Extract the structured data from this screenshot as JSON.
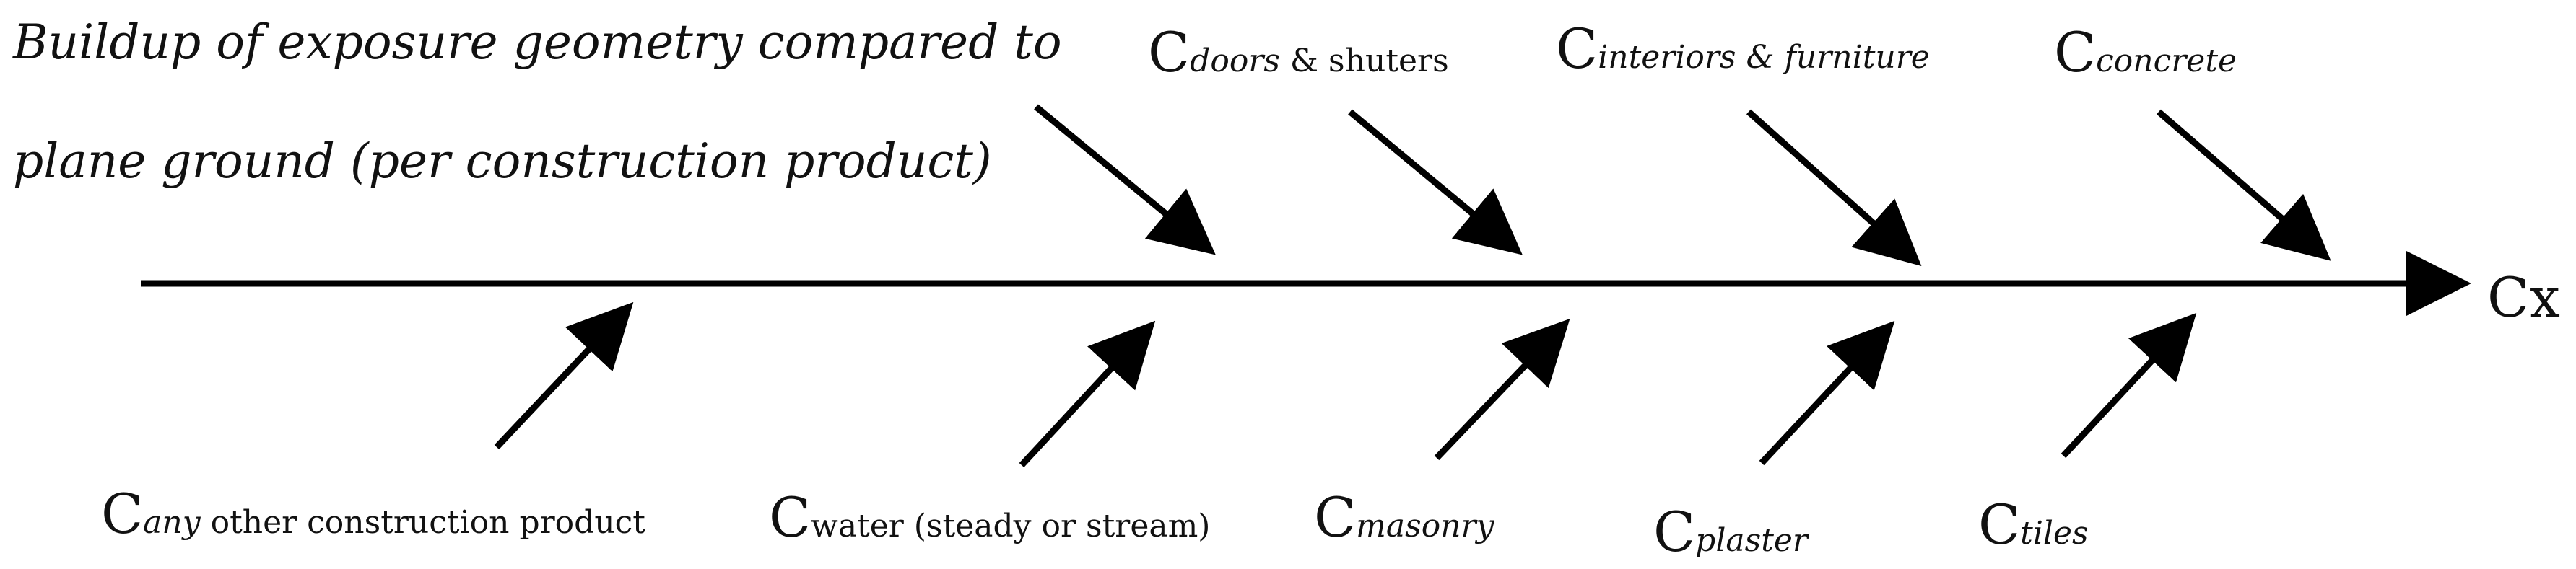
{
  "title": {
    "line1": "Buildup of exposure geometry compared to",
    "line2": "plane ground (per construction product)"
  },
  "output_label": "Cx",
  "top_causes": [
    {
      "id": "doors",
      "prefix": "C",
      "subscript": "doors",
      "rest": " & shuters",
      "italic_sub": true
    },
    {
      "id": "interiors",
      "prefix": "C",
      "subscript": "interiors & furniture",
      "rest": "",
      "italic_sub": true
    },
    {
      "id": "concrete",
      "prefix": "C",
      "subscript": "concrete",
      "rest": "",
      "italic_sub": true
    }
  ],
  "bottom_causes": [
    {
      "id": "any",
      "prefix": "C",
      "subscript": "any",
      "rest": " other construction product",
      "italic_sub": true
    },
    {
      "id": "water",
      "prefix": "C",
      "subscript": "water",
      "rest": " (steady or stream)",
      "italic_sub": false
    },
    {
      "id": "masonry",
      "prefix": "C",
      "subscript": "masonry",
      "rest": "",
      "italic_sub": true
    },
    {
      "id": "plaster",
      "prefix": "C",
      "subscript": "plaster",
      "rest": "",
      "italic_sub": true
    },
    {
      "id": "tiles",
      "prefix": "C",
      "subscript": "tiles",
      "rest": "",
      "italic_sub": true
    }
  ],
  "colors": {
    "stroke": "#000000",
    "text": "#111111"
  }
}
